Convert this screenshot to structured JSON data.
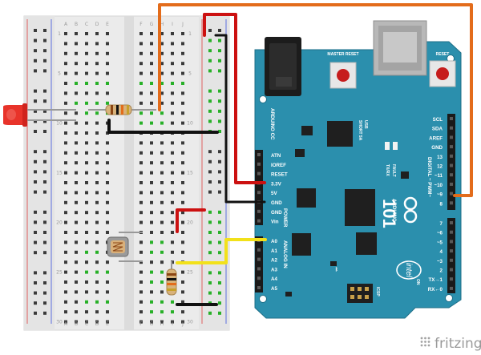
{
  "breadboard": {
    "columns_left": [
      "A",
      "B",
      "C",
      "D",
      "E"
    ],
    "columns_right": [
      "F",
      "G",
      "H",
      "I",
      "J"
    ],
    "row_numbers": [
      "1",
      "5",
      "10",
      "15",
      "20",
      "25",
      "30"
    ]
  },
  "arduino": {
    "title": "ARDUINO CC",
    "brand": "ARDUINO",
    "model": "101",
    "maker": "intel",
    "button_master_reset": "MASTER RESET",
    "button_reset": "RESET",
    "led_labels": [
      "TX/RX",
      "FAULT"
    ],
    "usb_label": "USB\nSHORT 5A",
    "digital_label": "DIGITAL ~ PWM~",
    "analog_label": "ANALOG IN",
    "power_label": "POWER",
    "on_label": "ON",
    "icsp_label": "ICSP",
    "power_pins": [
      "ATN",
      "IOREF",
      "RESET",
      "3.3V",
      "5V",
      "GND",
      "GND",
      "Vin"
    ],
    "analog_pins": [
      "A0",
      "A1",
      "A2",
      "A3",
      "A4",
      "A5"
    ],
    "top_right_pins": [
      "SCL",
      "SDA",
      "AREF",
      "GND",
      "13",
      "12",
      "~11",
      "~10",
      "~9",
      "8"
    ],
    "digital_pins": [
      "7",
      "~6",
      "~5",
      "4",
      "~3",
      "2",
      "TX→1",
      "RX←0"
    ]
  },
  "branding": {
    "logo_text": "fritzing"
  },
  "colors": {
    "board": "#2b8fad",
    "board_dark": "#1f6f88",
    "breadboard": "#ededed",
    "wire_orange": "#e36c1b",
    "wire_red": "#cc1111",
    "wire_black": "#111111",
    "wire_yellow": "#f2e11a",
    "led": "#e8332a",
    "hole_green": "#28b028"
  }
}
